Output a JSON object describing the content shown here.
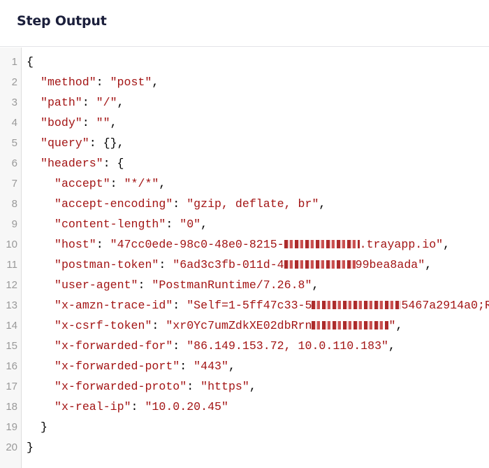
{
  "header": {
    "title": "Step Output"
  },
  "colors": {
    "title": "#1b1f3b",
    "string": "#a31515",
    "punctuation": "#000000",
    "line_number": "#999999",
    "gutter_bg": "#f7f7f7",
    "gutter_border": "#dddddd",
    "header_border": "#e3e4e8"
  },
  "editor": {
    "lines": [
      {
        "n": "1",
        "indent": 0,
        "text": "{"
      },
      {
        "n": "2",
        "indent": 1,
        "key": "\"method\"",
        "value": "\"post\"",
        "trail": ","
      },
      {
        "n": "3",
        "indent": 1,
        "key": "\"path\"",
        "value": "\"/\"",
        "trail": ","
      },
      {
        "n": "4",
        "indent": 1,
        "key": "\"body\"",
        "value": "\"\"",
        "trail": ","
      },
      {
        "n": "5",
        "indent": 1,
        "key": "\"query\"",
        "raw": "{}",
        "trail": ","
      },
      {
        "n": "6",
        "indent": 1,
        "key": "\"headers\"",
        "raw": "{"
      },
      {
        "n": "7",
        "indent": 2,
        "key": "\"accept\"",
        "value": "\"*/*\"",
        "trail": ","
      },
      {
        "n": "8",
        "indent": 2,
        "key": "\"accept-encoding\"",
        "value": "\"gzip, deflate, br\"",
        "trail": ","
      },
      {
        "n": "9",
        "indent": 2,
        "key": "\"content-length\"",
        "value": "\"0\"",
        "trail": ","
      },
      {
        "n": "10",
        "indent": 2,
        "key": "\"host\"",
        "value_parts": [
          "\"47cc0ede-98c0-48e0-8215-",
          "[redacted]",
          ".trayapp.io\""
        ],
        "trail": ","
      },
      {
        "n": "11",
        "indent": 2,
        "key": "\"postman-token\"",
        "value_parts": [
          "\"6ad3c3fb-011d-4",
          "[redacted]",
          "99bea8ada\""
        ],
        "trail": ","
      },
      {
        "n": "12",
        "indent": 2,
        "key": "\"user-agent\"",
        "value": "\"PostmanRuntime/7.26.8\"",
        "trail": ","
      },
      {
        "n": "13",
        "indent": 2,
        "key": "\"x-amzn-trace-id\"",
        "value_parts": [
          "\"Self=1-5ff47c33-5",
          "[redacted]",
          "5467a2914a0;R"
        ],
        "trail": ""
      },
      {
        "n": "14",
        "indent": 2,
        "key": "\"x-csrf-token\"",
        "value_parts": [
          "\"xr0Yc7umZdkXE02dbRrn",
          "[redacted]",
          "\""
        ],
        "trail": ","
      },
      {
        "n": "15",
        "indent": 2,
        "key": "\"x-forwarded-for\"",
        "value": "\"86.149.153.72, 10.0.110.183\"",
        "trail": ","
      },
      {
        "n": "16",
        "indent": 2,
        "key": "\"x-forwarded-port\"",
        "value": "\"443\"",
        "trail": ","
      },
      {
        "n": "17",
        "indent": 2,
        "key": "\"x-forwarded-proto\"",
        "value": "\"https\"",
        "trail": ","
      },
      {
        "n": "18",
        "indent": 2,
        "key": "\"x-real-ip\"",
        "value": "\"10.0.20.45\""
      },
      {
        "n": "19",
        "indent": 1,
        "text": "}"
      },
      {
        "n": "20",
        "indent": 0,
        "text": "}"
      }
    ],
    "redaction_widths": {
      "10": 108,
      "11": 102,
      "13": 128,
      "14": 110
    }
  }
}
